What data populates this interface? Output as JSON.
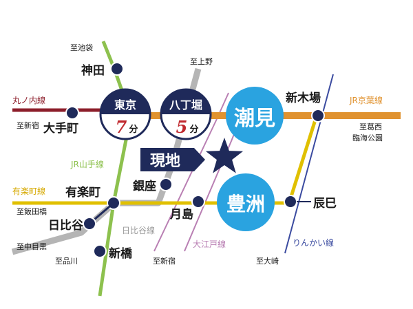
{
  "lines": {
    "marunouchi": {
      "label": "丸ノ内線",
      "color": "#8c1d2a"
    },
    "keiyo": {
      "label": "JR京葉線",
      "color": "#e0922f"
    },
    "yamanote": {
      "label": "JR山手線",
      "color": "#8dc14e"
    },
    "yurakucho": {
      "label": "有楽町線",
      "color": "#e0c000"
    },
    "hibiya": {
      "label": "日比谷線",
      "color": "#b5b5b5"
    },
    "oedo": {
      "label": "大江戸線",
      "color": "#b97fb3"
    },
    "rinkai": {
      "label": "りんかい線",
      "color": "#3b4ba0"
    }
  },
  "stations": {
    "kanda": "神田",
    "otemachi": "大手町",
    "yurakucho": "有楽町",
    "hibiya": "日比谷",
    "shimbashi": "新橋",
    "ginza": "銀座",
    "tsukishima": "月島",
    "shinkiba": "新木場",
    "tatsumi": "辰巳"
  },
  "directions": {
    "ikebukuro": "至池袋",
    "ueno": "至上野",
    "shinjuku_marunouchi": "至新宿",
    "kasai": "至葛西",
    "kasai_park": "臨海公園",
    "iidabashi": "至飯田橋",
    "nakameguro": "至中目黒",
    "shinagawa": "至品川",
    "shinjuku_oedo": "至新宿",
    "osaki": "至大崎"
  },
  "destinations": {
    "tokyo": {
      "name": "東京",
      "minutes": "7",
      "unit": "分"
    },
    "hatchobori": {
      "name": "八丁堀",
      "minutes": "5",
      "unit": "分"
    }
  },
  "areas": {
    "shiomi": "潮見",
    "toyosu": "豊洲"
  },
  "site": {
    "label": "現地"
  },
  "colors": {
    "navy": "#1f2a5a",
    "area_blue": "#2aa3e0",
    "minutes_red": "#c0282e"
  }
}
